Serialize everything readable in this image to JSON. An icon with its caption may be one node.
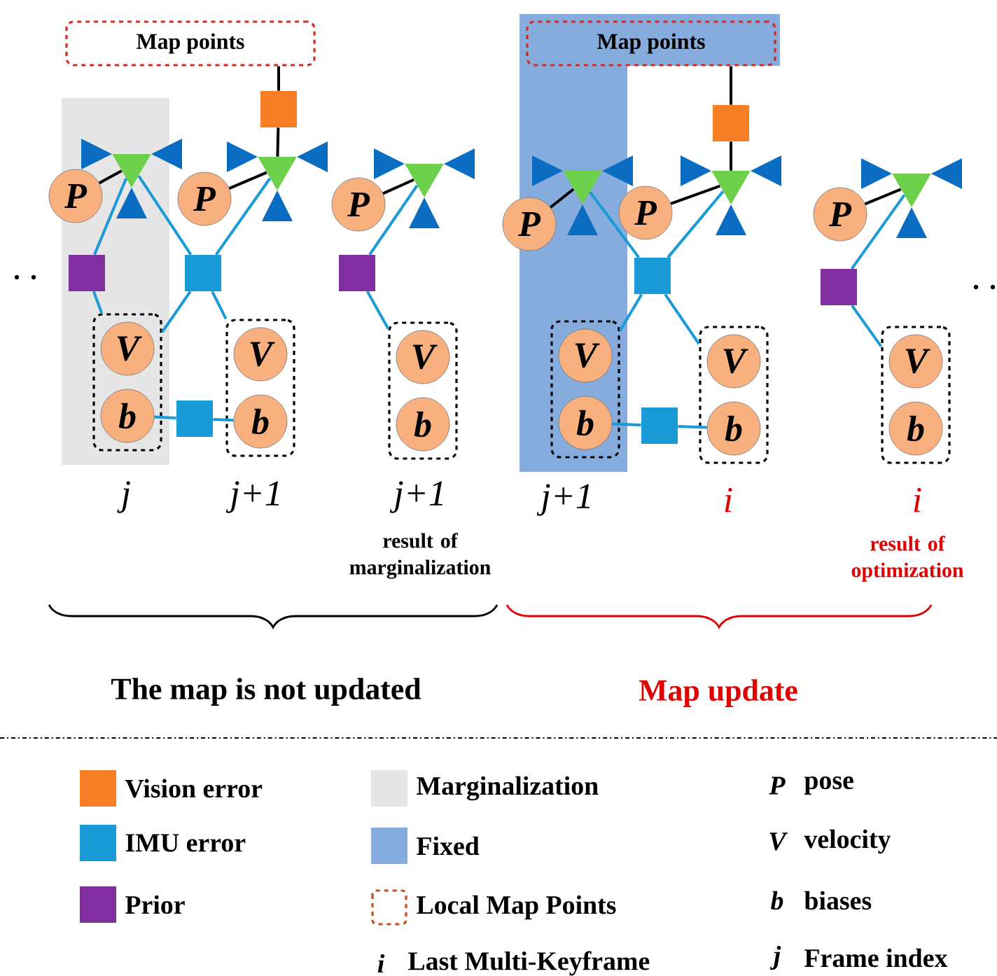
{
  "diagram": {
    "nodes": [
      {
        "text": [
          "Map points"
        ]
      },
      {
        "text": [],
        "shape": "box"
      },
      {
        "text": [],
        "shape": "triangle"
      },
      {
        "text": [
          "P"
        ]
      },
      {
        "text": [],
        "shape": "box"
      },
      {
        "text": [],
        "shape": "box"
      },
      {
        "text": [],
        "shape": "box"
      },
      {
        "text": [
          "V"
        ],
        "in": 6
      },
      {
        "text": [
          "b"
        ],
        "in": 6
      },
      {
        "text": [],
        "shape": "box"
      },
      {
        "text": [],
        "shape": "triangle"
      },
      {
        "text": [
          "P"
        ]
      },
      {
        "text": [],
        "shape": "box"
      },
      {
        "text": [
          "V"
        ],
        "in": 12
      },
      {
        "text": [
          "b"
        ],
        "in": 12
      },
      {
        "text": [],
        "shape": "triangle"
      },
      {
        "text": [
          "P"
        ]
      },
      {
        "text": [],
        "shape": "box"
      },
      {
        "text": [],
        "shape": "box"
      },
      {
        "text": [
          "V"
        ],
        "in": 18
      },
      {
        "text": [
          "b"
        ],
        "in": 18
      },
      {
        "text": [
          "Map points"
        ]
      },
      {
        "text": [],
        "shape": "box"
      },
      {
        "text": [],
        "shape": "triangle"
      },
      {
        "text": [
          "P"
        ]
      },
      {
        "text": [],
        "shape": "box"
      },
      {
        "text": [],
        "shape": "box"
      },
      {
        "text": [
          "V"
        ],
        "in": 26
      },
      {
        "text": [
          "b"
        ],
        "in": 26
      },
      {
        "text": [],
        "shape": "box"
      },
      {
        "text": [],
        "shape": "triangle"
      },
      {
        "text": [
          "P"
        ]
      },
      {
        "text": [],
        "shape": "box"
      },
      {
        "text": [
          "V"
        ],
        "in": 32
      },
      {
        "text": [
          "b"
        ],
        "in": 32
      },
      {
        "text": [],
        "shape": "triangle"
      },
      {
        "text": [
          "P"
        ]
      },
      {
        "text": [],
        "shape": "box"
      },
      {
        "text": [],
        "shape": "box"
      },
      {
        "text": [
          "V"
        ],
        "in": 38
      },
      {
        "text": [
          "b"
        ],
        "in": 38
      }
    ],
    "edges": [
      {
        "from": 0,
        "to": 1,
        "arrow": "none",
        "color": "#000000"
      },
      {
        "from": 1,
        "to": 10,
        "arrow": "none",
        "color": "#000000"
      },
      {
        "from": 2,
        "to": 3,
        "arrow": "none",
        "color": "#000000"
      },
      {
        "from": 2,
        "to": 4,
        "arrow": "none"
      },
      {
        "from": 2,
        "to": 5,
        "arrow": "none"
      },
      {
        "from": 4,
        "to": 6,
        "arrow": "none"
      },
      {
        "from": 5,
        "to": 6,
        "arrow": "none"
      },
      {
        "from": 5,
        "to": 12,
        "arrow": "none"
      },
      {
        "from": 5,
        "to": 10,
        "arrow": "none"
      },
      {
        "from": 8,
        "to": 9,
        "arrow": "none"
      },
      {
        "from": 9,
        "to": 14,
        "arrow": "none"
      },
      {
        "from": 10,
        "to": 11,
        "arrow": "none",
        "color": "#000000"
      },
      {
        "from": 15,
        "to": 16,
        "arrow": "none",
        "color": "#000000"
      },
      {
        "from": 15,
        "to": 17,
        "arrow": "none"
      },
      {
        "from": 17,
        "to": 18,
        "arrow": "none"
      },
      {
        "from": 21,
        "to": 22,
        "arrow": "none",
        "color": "#000000"
      },
      {
        "from": 22,
        "to": 30,
        "arrow": "none",
        "color": "#000000"
      },
      {
        "from": 23,
        "to": 24,
        "arrow": "none",
        "color": "#000000"
      },
      {
        "from": 23,
        "to": 25,
        "arrow": "none"
      },
      {
        "from": 25,
        "to": 26,
        "arrow": "none"
      },
      {
        "from": 25,
        "to": 32,
        "arrow": "none"
      },
      {
        "from": 25,
        "to": 30,
        "arrow": "none"
      },
      {
        "from": 28,
        "to": 29,
        "arrow": "none"
      },
      {
        "from": 29,
        "to": 34,
        "arrow": "none"
      },
      {
        "from": 30,
        "to": 31,
        "arrow": "none",
        "color": "#000000"
      },
      {
        "from": 35,
        "to": 36,
        "arrow": "none",
        "color": "#000000"
      },
      {
        "from": 35,
        "to": 37,
        "arrow": "none"
      },
      {
        "from": 37,
        "to": 38,
        "arrow": "none"
      }
    ],
    "labels": [
      "j",
      "j+1",
      "j+1",
      "result of marginalization",
      "j+1",
      "i",
      "i",
      "result of optimization",
      "The map is not updated",
      "Map update",
      "P",
      "V",
      "b",
      "i",
      "j"
    ],
    "legend": [
      {
        "text": "Vision error",
        "color": "#f97f27"
      },
      {
        "text": "IMU error",
        "color": "#1a9ad6"
      },
      {
        "text": "Prior",
        "color": "#7f2f9f"
      },
      {
        "text": "Marginalization",
        "color": "#e6e6e6"
      },
      {
        "text": "Fixed",
        "color": "#86acdd"
      },
      {
        "text": "Local Map Points"
      },
      {
        "text": "Last Multi-Keyframe"
      },
      {
        "text": "pose"
      },
      {
        "text": "velocity"
      },
      {
        "text": "biases"
      },
      {
        "text": "Frame index"
      }
    ]
  }
}
